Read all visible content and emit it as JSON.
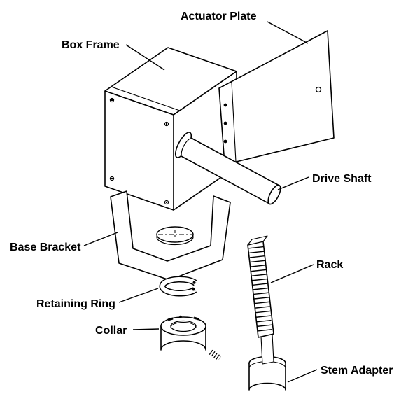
{
  "diagram": {
    "colors": {
      "ink": "#000000",
      "paper": "#ffffff"
    },
    "labels": {
      "actuator_plate": "Actuator Plate",
      "box_frame": "Box Frame",
      "drive_shaft": "Drive Shaft",
      "base_bracket": "Base Bracket",
      "retaining_ring": "Retaining Ring",
      "collar": "Collar",
      "rack": "Rack",
      "stem_adapter": "Stem Adapter"
    }
  }
}
